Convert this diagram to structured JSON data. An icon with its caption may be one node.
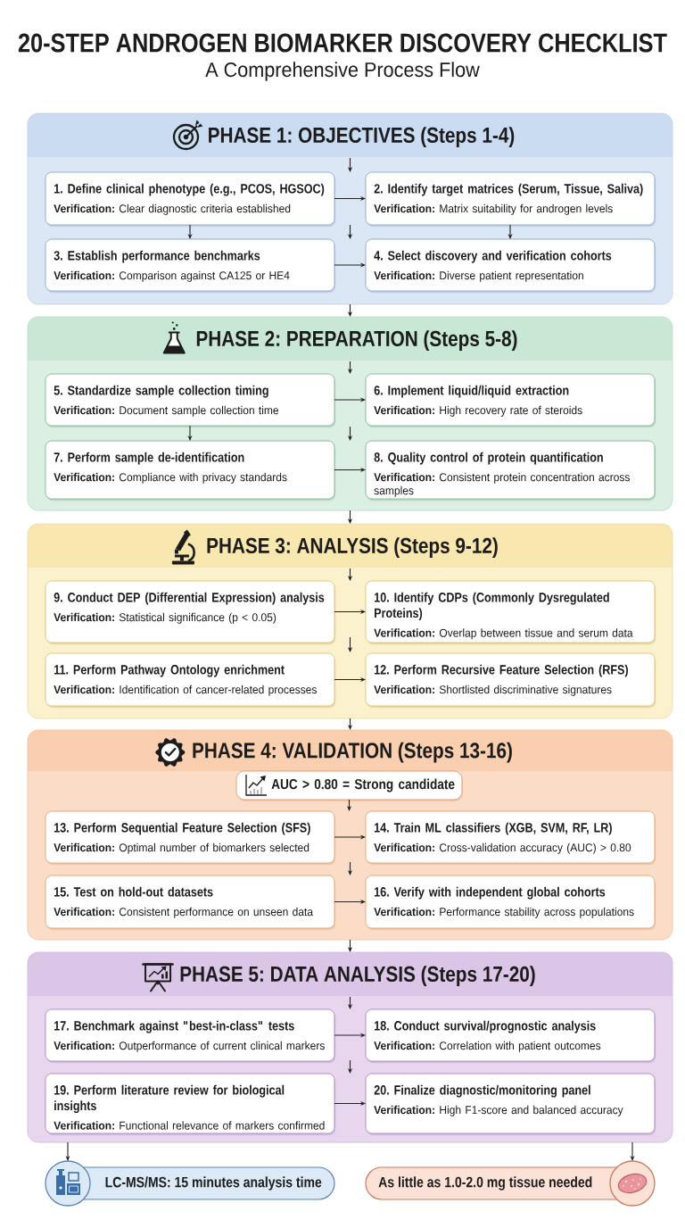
{
  "diagram": {
    "title": "20-STEP ANDROGEN BIOMARKER DISCOVERY CHECKLIST",
    "nodes": [
      {
        "text": [
          "PHASE 1: OBJECTIVES (Steps 1-4)"
        ]
      },
      {
        "text": [
          "1. Define clinical phenotype (e.g., PCOS, HGSOC)",
          "**Verification:** Clear diagnostic criteria established"
        ],
        "in": 0
      },
      {
        "text": [
          "2. Identify target matrices (Serum, Tissue, Saliva)",
          "**Verification:** Matrix suitability for androgen levels"
        ],
        "in": 0
      },
      {
        "text": [
          "3. Establish performance benchmarks",
          "**Verification:** Comparison against CA125 or HE4"
        ],
        "in": 0
      },
      {
        "text": [
          "4. Select discovery and verification cohorts",
          "**Verification:** Diverse patient representation"
        ],
        "in": 0
      },
      {
        "text": [
          "PHASE 2: PREPARATION (Steps 5-8)"
        ]
      },
      {
        "text": [
          "5. Standardize sample collection timing",
          "**Verification:** Document sample collection time"
        ],
        "in": 5
      },
      {
        "text": [
          "6. Implement liquid/liquid extraction",
          "**Verification:** High recovery rate of steroids"
        ],
        "in": 5
      },
      {
        "text": [
          "7. Perform sample de-identification",
          "**Verification:** Compliance with privacy standards"
        ],
        "in": 5
      },
      {
        "text": [
          "8. Quality control of protein quantification",
          "**Verification:** Consistent protein concentration across samples"
        ],
        "in": 5
      },
      {
        "text": [
          "PHASE 3: ANALYSIS (Steps 9-12)"
        ]
      },
      {
        "text": [
          "9. Conduct DEP (Differential Expression) analysis",
          "**Verification:** Statistical significance (p < 0.05)"
        ],
        "in": 10
      },
      {
        "text": [
          "10. Identify CDPs (Commonly Dysregulated Proteins)",
          "**Verification:** Overlap between tissue and serum data"
        ],
        "in": 10
      },
      {
        "text": [
          "11. Perform Pathway Ontology enrichment",
          "**Verification:** Identification of cancer-related processes"
        ],
        "in": 10
      },
      {
        "text": [
          "12. Perform Recursive Feature Selection (RFS)",
          "**Verification:** Shortlisted discriminative signatures"
        ],
        "in": 10
      },
      {
        "text": [
          "PHASE 4: VALIDATION (Steps 13-16)"
        ]
      },
      {
        "text": [
          "AUC > 0.80 = Strong candidate"
        ],
        "in": 15
      },
      {
        "text": [
          "13. Perform Sequential Feature Selection (SFS)",
          "**Verification:** Optimal number of biomarkers selected"
        ],
        "in": 15
      },
      {
        "text": [
          "14. Train ML classifiers (XGB, SVM, RF, LR)",
          "**Verification:** Cross-validation accuracy (AUC) > 0.80"
        ],
        "in": 15
      },
      {
        "text": [
          "15. Test on hold-out datasets",
          "**Verification:** Consistent performance on unseen data"
        ],
        "in": 15
      },
      {
        "text": [
          "16. Verify with independent global cohorts",
          "**Verification:** Performance stability across populations"
        ],
        "in": 15
      },
      {
        "text": [
          "PHASE 5: DATA ANALYSIS (Steps 17-20)"
        ]
      },
      {
        "text": [
          "17. Benchmark against \"best-in-class\" tests",
          "**Verification:** Outperformance of current clinical markers"
        ],
        "in": 21
      },
      {
        "text": [
          "18. Conduct survival/prognostic analysis",
          "**Verification:** Correlation with patient outcomes"
        ],
        "in": 21
      },
      {
        "text": [
          "19. Perform literature review for biological insights",
          "**Verification:** Functional relevance of markers confirmed"
        ],
        "in": 21
      },
      {
        "text": [
          "20. Finalize diagnostic/monitoring panel",
          "**Verification:** High F1-score and balanced accuracy"
        ],
        "in": 21
      },
      {
        "text": [
          "LC-MS/MS: 15 minutes analysis time"
        ]
      },
      {
        "text": [
          "As little as 1.0-2.0 mg tissue needed"
        ]
      }
    ],
    "edges": [
      {
        "from": 1,
        "to": 2,
        "arrow": "to"
      },
      {
        "from": 1,
        "to": 3,
        "arrow": "to"
      },
      {
        "from": 2,
        "to": 4,
        "arrow": "to"
      },
      {
        "from": 3,
        "to": 4,
        "arrow": "to"
      },
      {
        "from": 0,
        "to": 5,
        "arrow": "to"
      },
      {
        "from": 6,
        "to": 7,
        "arrow": "to"
      },
      {
        "from": 6,
        "to": 8,
        "arrow": "to"
      },
      {
        "from": 8,
        "to": 9,
        "arrow": "to"
      },
      {
        "from": 5,
        "to": 10,
        "arrow": "to"
      },
      {
        "from": 11,
        "to": 12,
        "arrow": "to"
      },
      {
        "from": 13,
        "to": 14,
        "arrow": "to"
      },
      {
        "from": 10,
        "to": 15,
        "arrow": "to"
      },
      {
        "from": 16,
        "to": null,
        "arrow": "to"
      },
      {
        "from": 17,
        "to": 18,
        "arrow": "to"
      },
      {
        "from": 19,
        "to": 20,
        "arrow": "to"
      },
      {
        "from": 15,
        "to": 21,
        "arrow": "to"
      },
      {
        "from": 22,
        "to": 23,
        "arrow": "to"
      },
      {
        "from": 24,
        "to": 25,
        "arrow": "to"
      },
      {
        "from": 21,
        "to": 26,
        "arrow": "to"
      },
      {
        "from": 21,
        "to": 27,
        "arrow": "to"
      }
    ],
    "labels": [
      "A Comprehensive Process Flow"
    ]
  }
}
